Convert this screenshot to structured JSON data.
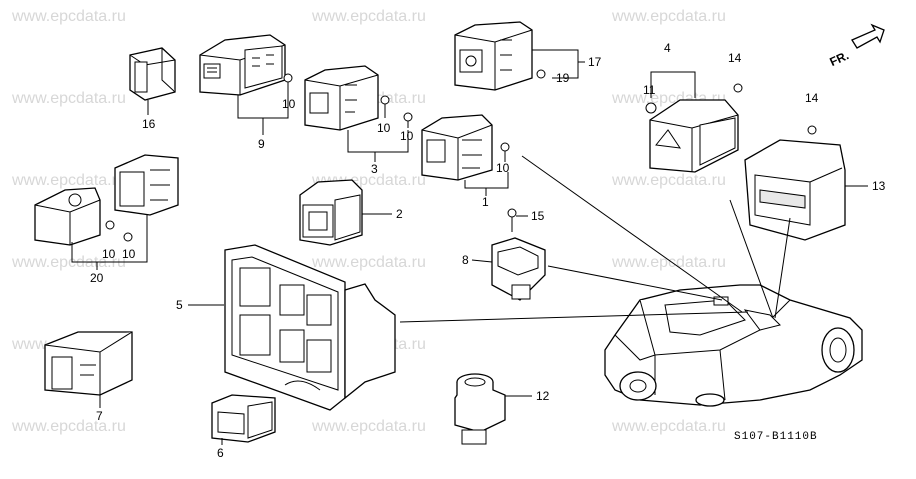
{
  "watermark": "www.epcdata.ru",
  "diagram_code": "S107-B1110B",
  "front_arrow_label": "FR.",
  "callouts": {
    "p1": "1",
    "p2": "2",
    "p3": "3",
    "p4": "4",
    "p5": "5",
    "p6": "6",
    "p7": "7",
    "p8": "8",
    "p9": "9",
    "p10a": "10",
    "p10b": "10",
    "p10c": "10",
    "p10d": "10",
    "p10e": "10",
    "p10f": "10",
    "p11": "11",
    "p12": "12",
    "p13": "13",
    "p14a": "14",
    "p14b": "14",
    "p15": "15",
    "p16": "16",
    "p17": "17",
    "p19": "19",
    "p20": "20"
  }
}
